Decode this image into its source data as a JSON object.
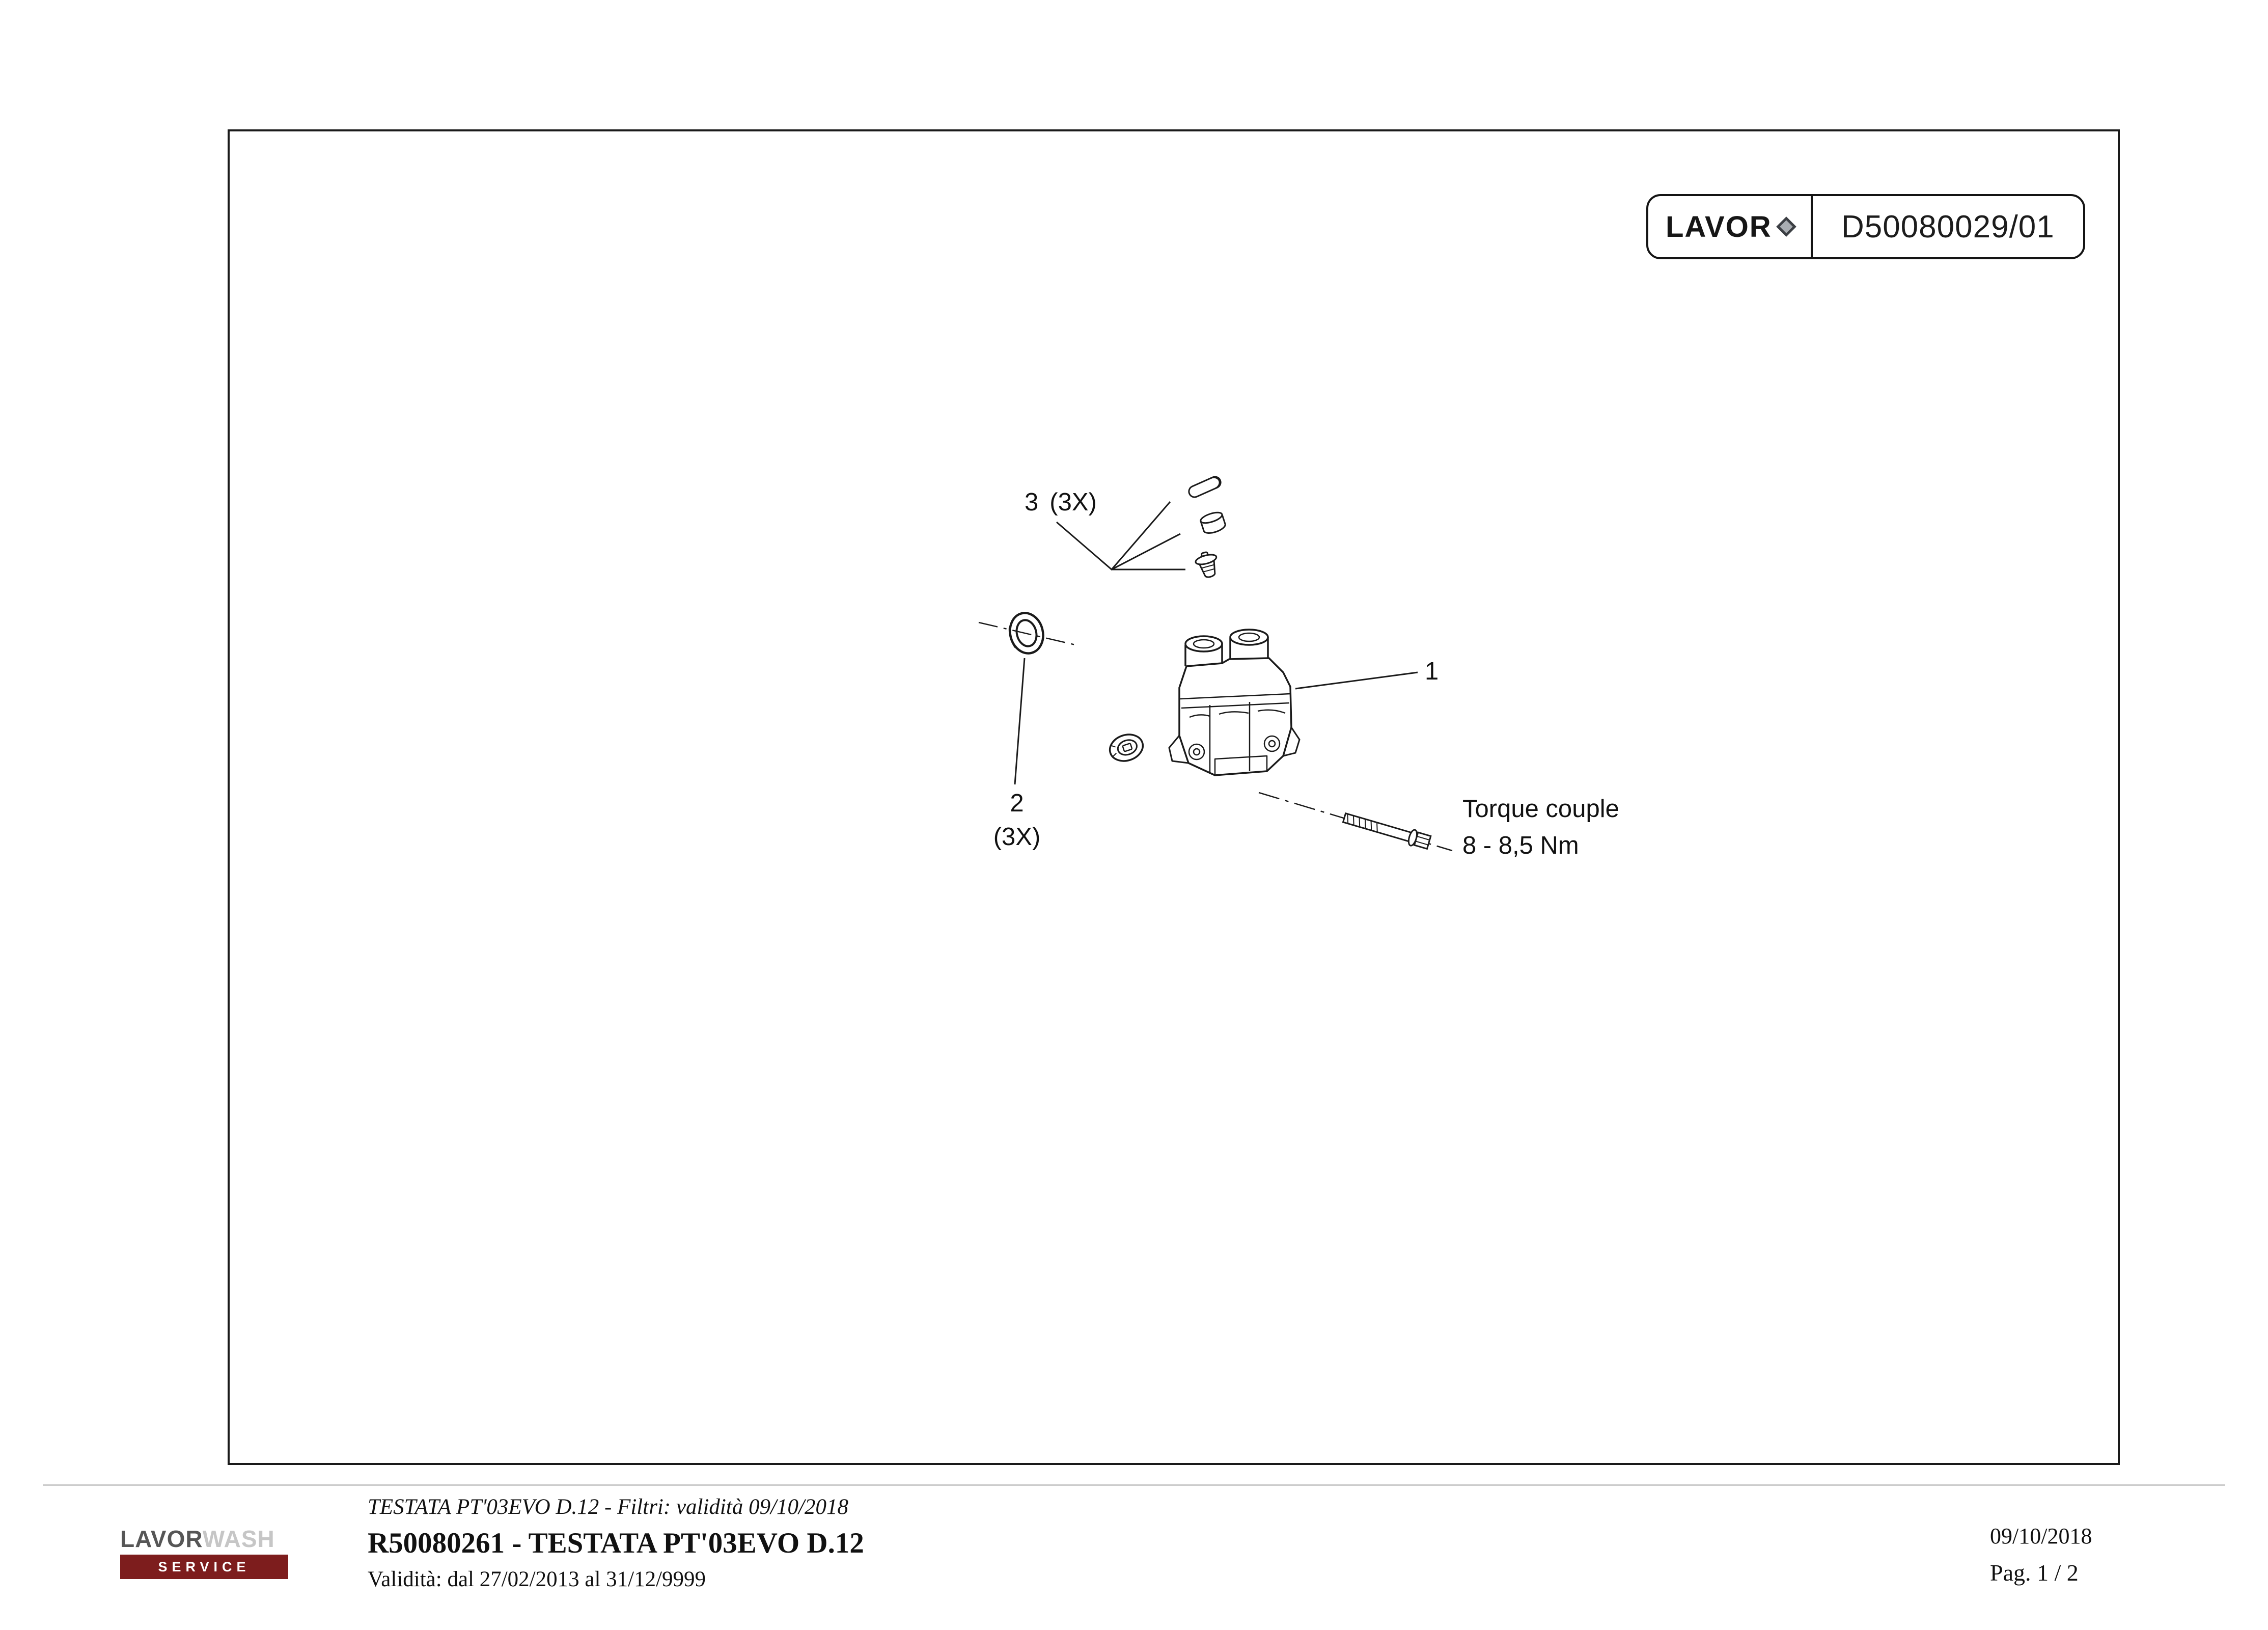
{
  "colors": {
    "line": "#1a1a1a",
    "service_red": "#7d1d1d",
    "logo_gray": "#a9adb2"
  },
  "badge": {
    "brand": "LAVOR",
    "doc_number": "D50080029/01"
  },
  "diagram": {
    "label_1": "1",
    "label_2": "2",
    "label_2_qty": "(3X)",
    "label_3": "3",
    "label_3_qty": "(3X)",
    "torque_title": "Torque couple",
    "torque_value": "8 - 8,5 Nm"
  },
  "footer": {
    "logo_part1": "LAVOR",
    "logo_part2": "WASH",
    "logo_service": "SERVICE",
    "subtitle": "TESTATA PT'03EVO D.12 - Filtri: validità 09/10/2018",
    "title": "R50080261 - TESTATA PT'03EVO D.12",
    "validity": "Validità: dal 27/02/2013 al 31/12/9999",
    "date": "09/10/2018",
    "page": "Pag. 1 / 2"
  }
}
